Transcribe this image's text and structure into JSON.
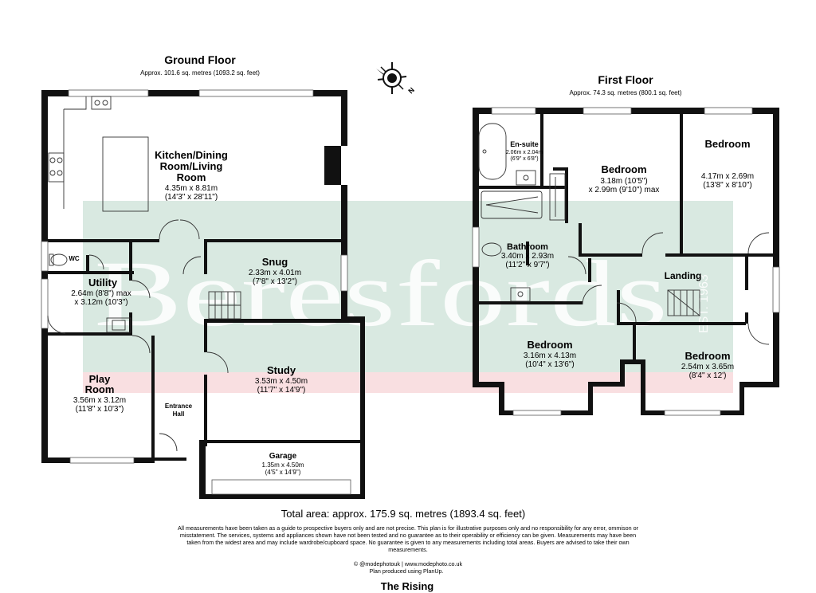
{
  "ground_floor": {
    "title": "Ground Floor",
    "area": "Approx. 101.6 sq. metres (1093.2 sq. feet)",
    "rooms": {
      "kitchen": {
        "name_l1": "Kitchen/Dining",
        "name_l2": "Room/Living",
        "name_l3": "Room",
        "dim_m": "4.35m x 8.81m",
        "dim_ft": "(14'3\" x 28'11\")"
      },
      "wc": {
        "name": "WC"
      },
      "utility": {
        "name": "Utility",
        "dim_l1": "2.64m (8'8\") max",
        "dim_l2": "x 3.12m (10'3\")"
      },
      "snug": {
        "name": "Snug",
        "dim_m": "2.33m x 4.01m",
        "dim_ft": "(7'8\" x 13'2\")"
      },
      "study": {
        "name": "Study",
        "dim_m": "3.53m x 4.50m",
        "dim_ft": "(11'7\" x 14'9\")"
      },
      "play_room": {
        "name_l1": "Play",
        "name_l2": "Room",
        "dim_m": "3.56m x 3.12m",
        "dim_ft": "(11'8\" x 10'3\")"
      },
      "entrance_hall": {
        "name_l1": "Entrance",
        "name_l2": "Hall"
      },
      "garage": {
        "name": "Garage",
        "dim_m": "1.35m x 4.50m",
        "dim_ft": "(4'5\" x 14'9\")"
      }
    }
  },
  "first_floor": {
    "title": "First Floor",
    "area": "Approx. 74.3 sq. metres (800.1 sq. feet)",
    "rooms": {
      "ensuite": {
        "name": "En-suite",
        "dim_m": "2.06m x 2.04m",
        "dim_ft": "(6'9\" x 6'8\")"
      },
      "bedroom_middle": {
        "name": "Bedroom",
        "dim_l1": "3.18m (10'5\")",
        "dim_l2": "x 2.99m (9'10\") max"
      },
      "bedroom_right": {
        "name": "Bedroom",
        "dim_m": "4.17m x 2.69m",
        "dim_ft": "(13'8\" x 8'10\")"
      },
      "bathroom": {
        "name": "Bathroom",
        "dim_m": "3.40m x 2.93m",
        "dim_ft": "(11'2\" x 9'7\")"
      },
      "landing": {
        "name": "Landing"
      },
      "bedroom_bottom_left": {
        "name": "Bedroom",
        "dim_m": "3.16m x 4.13m",
        "dim_ft": "(10'4\" x 13'6\")"
      },
      "bedroom_bottom_right": {
        "name": "Bedroom",
        "dim_m": "2.54m x 3.65m",
        "dim_ft": "(8'4\" x 12')"
      }
    }
  },
  "compass": {
    "label": "N"
  },
  "watermark": {
    "text": "Beresfords",
    "est": "EST. 1963"
  },
  "footer": {
    "total_area": "Total area: approx. 175.9 sq. metres (1893.4 sq. feet)",
    "disclaimer_l1": "All measurements have been taken as a guide to prospective buyers only and are not precise. This plan is for illustrative purposes only and no responsibility for any error, ommison or",
    "disclaimer_l2": "misstatement. The services, systems and appliances shown have not been tested and no guarantee as to their operability or efficiency can be given. Measurements may have been",
    "disclaimer_l3": "taken from the widest area and may include wardrobe/cupboard space. No guarantee is given to any measurements including total areas. Buyers are advised to take their own",
    "disclaimer_l4": "measurements.",
    "credit": "© @modephotouk | www.modephoto.co.uk",
    "produced": "Plan  produced  using  PlanUp.",
    "property_name": "The Rising"
  },
  "colors": {
    "wall": "#111111",
    "watermark_green": "#d9e9e1",
    "watermark_pink": "#f9dfe1"
  }
}
